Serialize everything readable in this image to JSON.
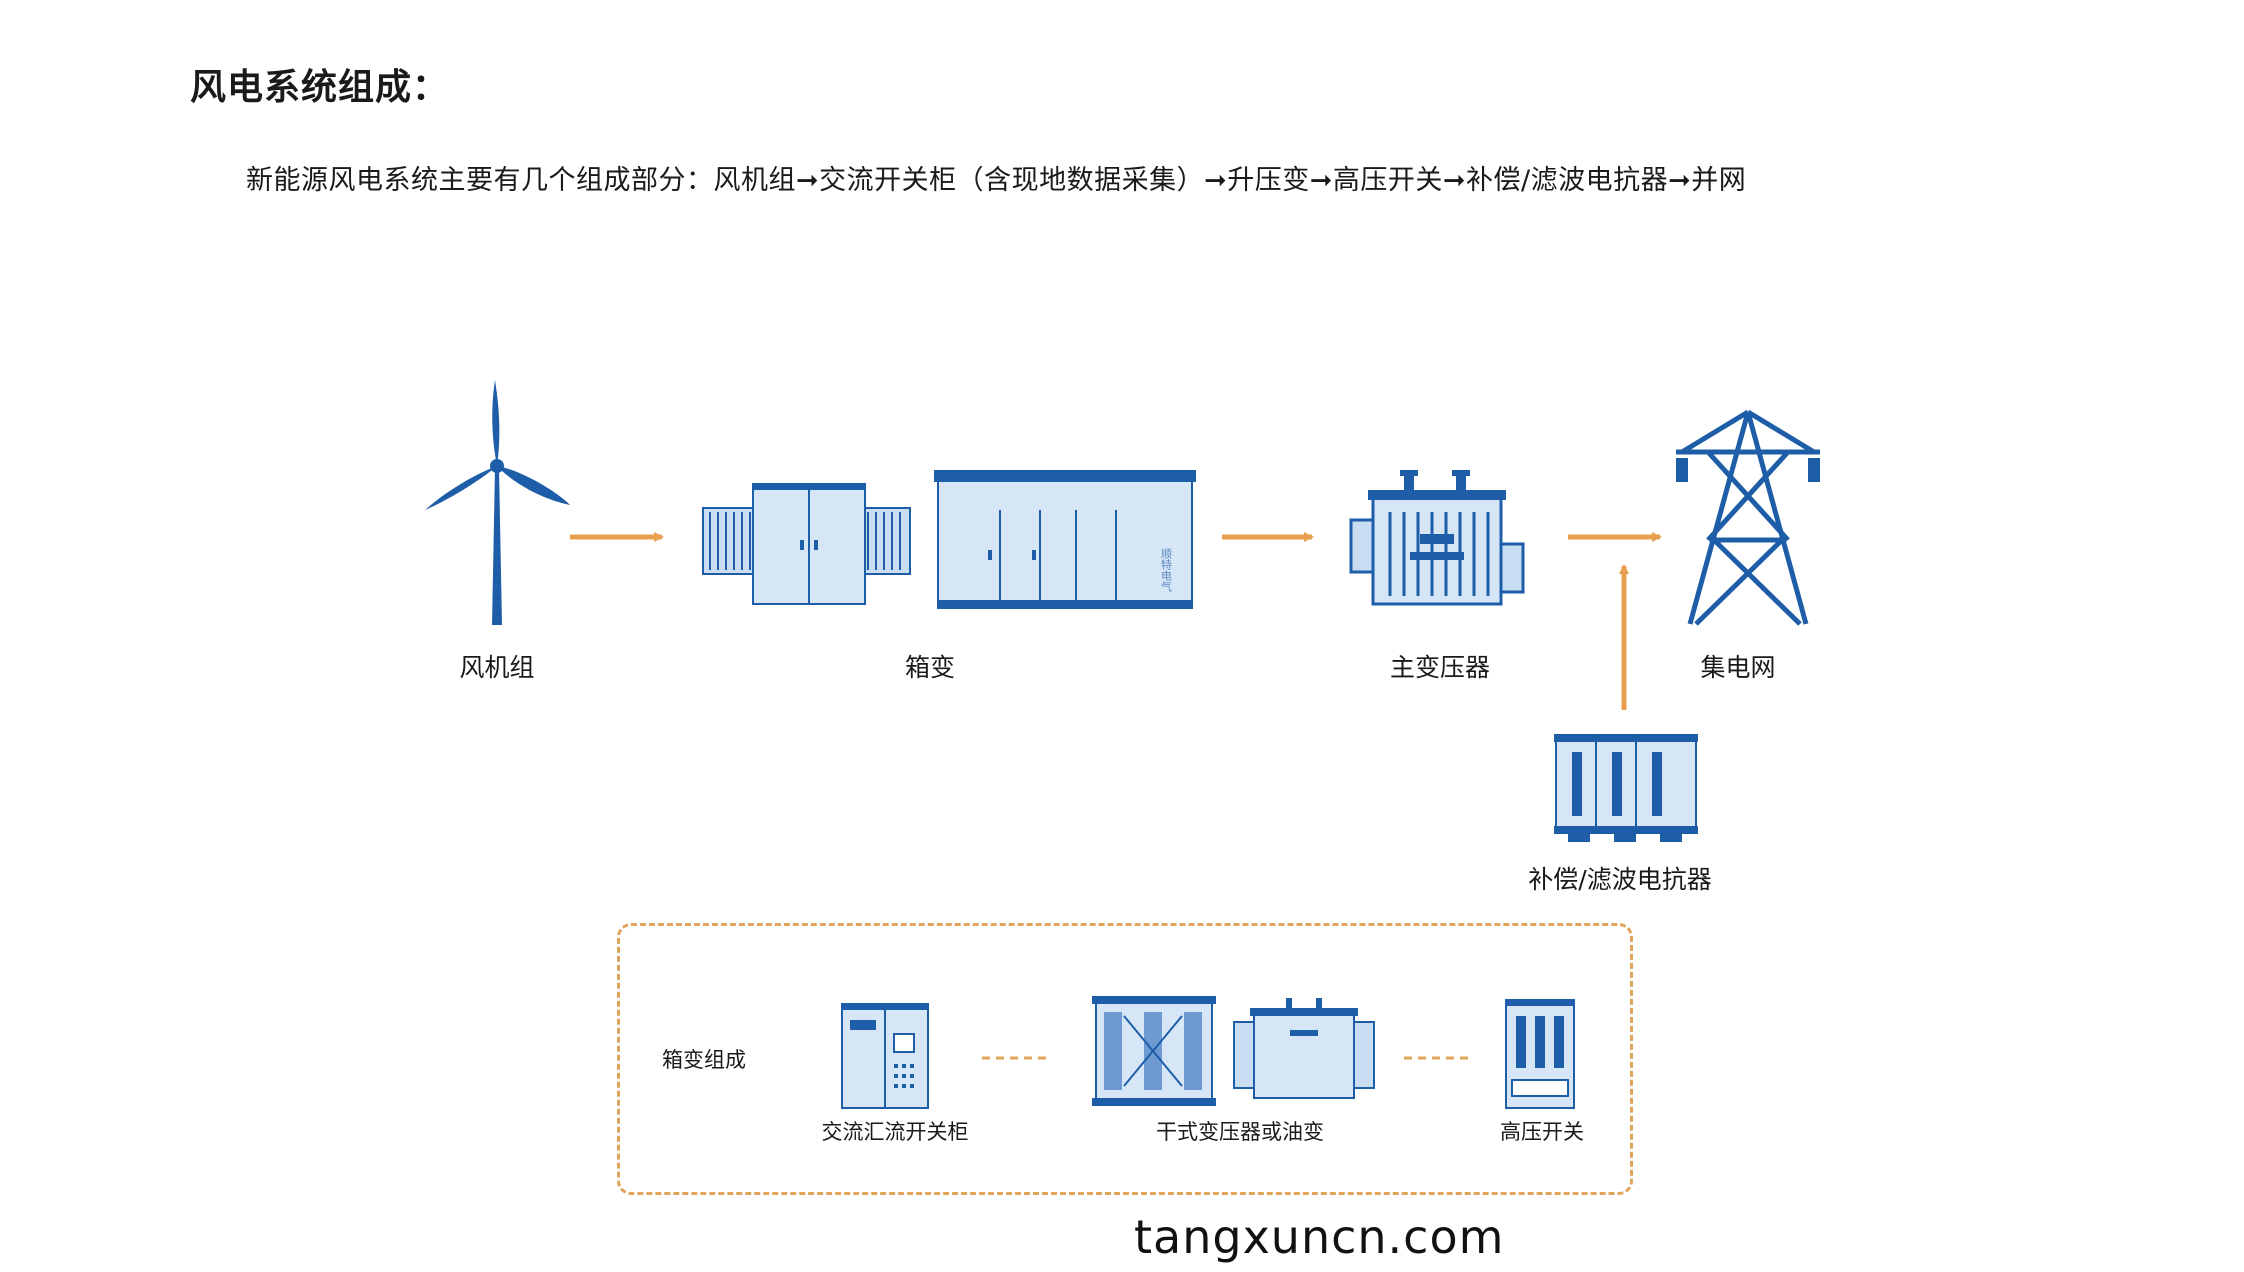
{
  "header": {
    "title": "风电系统组成：",
    "intro": "新能源风电系统主要有几个组成部分：风机组➞交流开关柜（含现地数据采集）➞升压变➞高压开关➞补偿/滤波电抗器➞并网"
  },
  "flow": {
    "nodes": [
      {
        "id": "wind",
        "label": "风机组",
        "icon": "wind-turbine-icon"
      },
      {
        "id": "box",
        "label": "箱变",
        "icon": "box-substation-icon"
      },
      {
        "id": "main",
        "label": "主变压器",
        "icon": "main-transformer-icon"
      },
      {
        "id": "grid",
        "label": "集电网",
        "icon": "transmission-tower-icon"
      },
      {
        "id": "reactor",
        "label": "补偿/滤波电抗器",
        "icon": "reactor-icon"
      }
    ],
    "cabinet_text": "顺特电气"
  },
  "box_composition": {
    "title": "箱变组成",
    "items": [
      {
        "label": "交流汇流开关柜",
        "icon": "ac-switchgear-icon"
      },
      {
        "label": "干式变压器或油变",
        "icon": "transformer-pair-icon"
      },
      {
        "label": "高压开关",
        "icon": "hv-switch-icon"
      }
    ]
  },
  "colors": {
    "arrow": "#e8a04e",
    "equipment_dark": "#1e5ea8",
    "equipment_light": "#c9ddf3",
    "dashed_border": "#e0a45a"
  },
  "watermark": "tangxuncn.com"
}
